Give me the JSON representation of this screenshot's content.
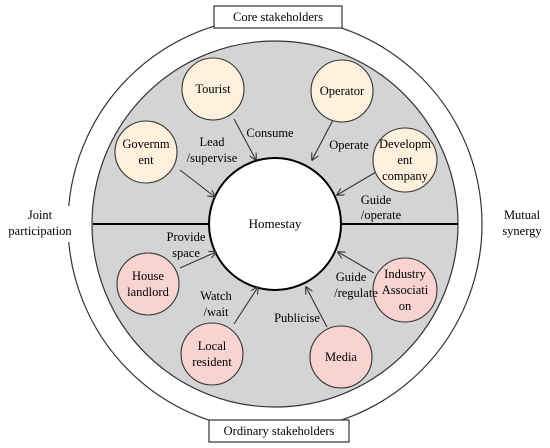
{
  "edge_labels": {
    "core": "Core stakeholders",
    "ordinary": "Ordinary stakeholders",
    "joint": [
      "Joint",
      "participation"
    ],
    "mutual": [
      "Mutual",
      "synergy"
    ]
  },
  "center": "Homestay",
  "nodes": [
    {
      "id": "tourist",
      "lines": [
        "Tourist"
      ],
      "fill": "#fdf0dc"
    },
    {
      "id": "operator",
      "lines": [
        "Operator"
      ],
      "fill": "#fdf0dc"
    },
    {
      "id": "government",
      "lines": [
        "Governm",
        "ent"
      ],
      "fill": "#fdf0dc"
    },
    {
      "id": "development-company",
      "lines": [
        "Developm",
        "ent",
        "company"
      ],
      "fill": "#fdf0dc"
    },
    {
      "id": "house-landlord",
      "lines": [
        "House",
        "landlord"
      ],
      "fill": "#f7d3d2"
    },
    {
      "id": "industry-association",
      "lines": [
        "Industry",
        "Associati",
        "on"
      ],
      "fill": "#f7d3d2"
    },
    {
      "id": "local-resident",
      "lines": [
        "Local",
        "resident"
      ],
      "fill": "#f7d3d2"
    },
    {
      "id": "media",
      "lines": [
        "Media"
      ],
      "fill": "#f7d3d2"
    }
  ],
  "relations": [
    {
      "id": "lead-supervise",
      "lines": [
        "Lead",
        "/supervise"
      ]
    },
    {
      "id": "consume",
      "lines": [
        "Consume"
      ]
    },
    {
      "id": "operate",
      "lines": [
        "Operate"
      ]
    },
    {
      "id": "guide-operate",
      "lines": [
        "Guide",
        "/operate"
      ]
    },
    {
      "id": "provide-space",
      "lines": [
        "Provide",
        "space"
      ]
    },
    {
      "id": "watch-wait",
      "lines": [
        "Watch",
        "/wait"
      ]
    },
    {
      "id": "publicise",
      "lines": [
        "Publicise"
      ]
    },
    {
      "id": "guide-regulate",
      "lines": [
        "Guide",
        "/regulate"
      ]
    }
  ],
  "colors": {
    "ring_fill": "#d4d4d4",
    "core_fill": "#fdf0dc",
    "ordinary_fill": "#f7d3d2",
    "stroke": "#333333"
  }
}
